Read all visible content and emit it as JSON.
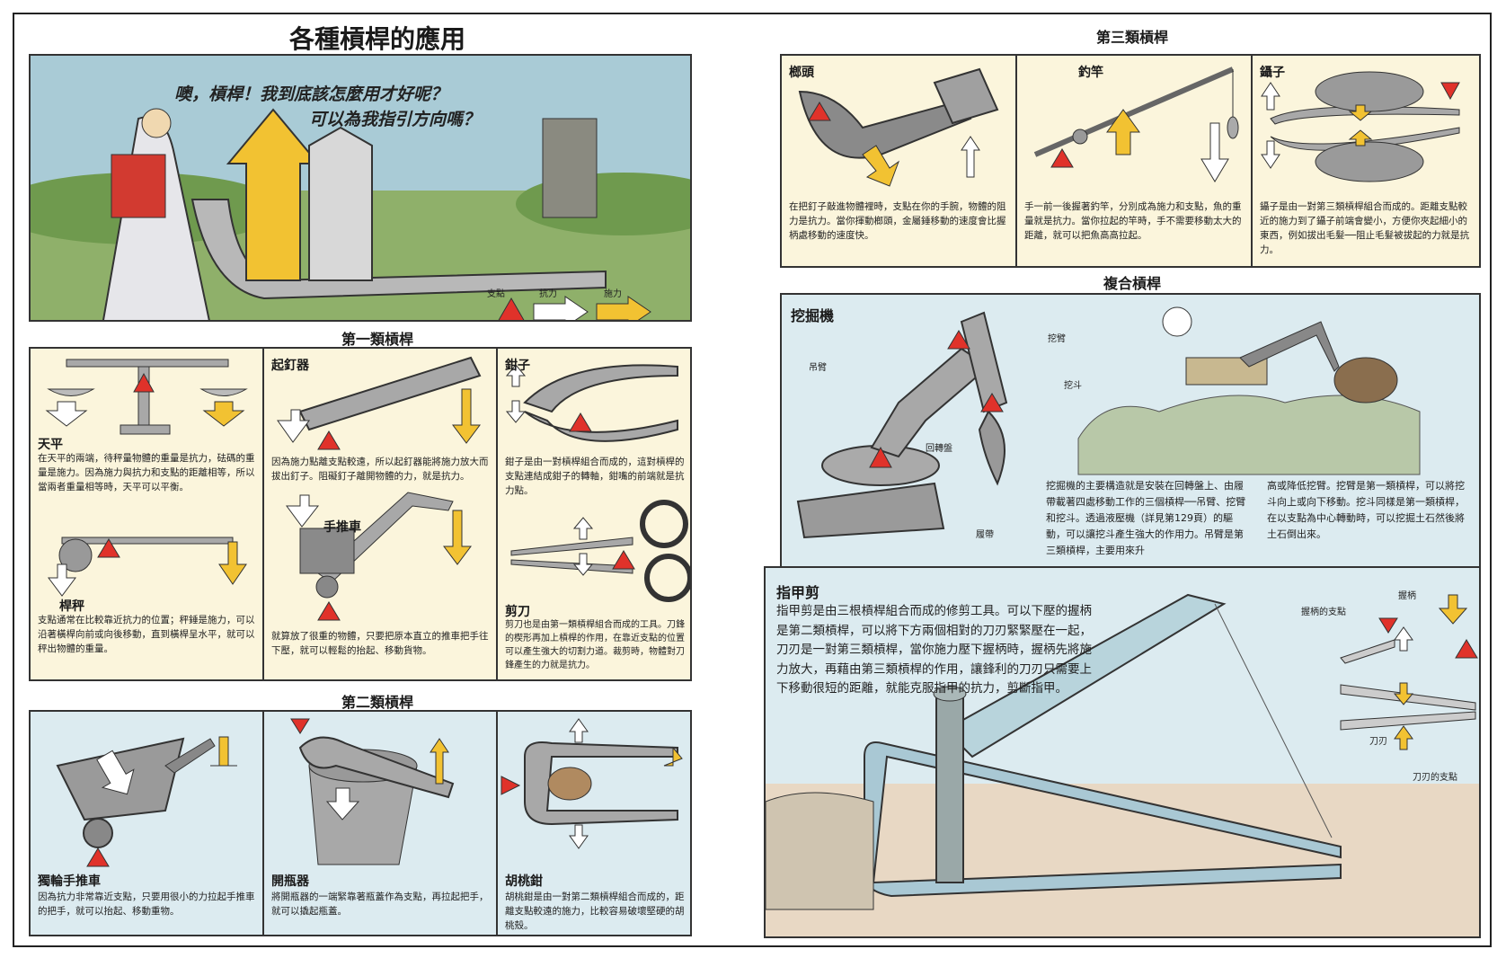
{
  "main_title": "各種槓桿的應用",
  "intro": {
    "speech_line1": "噢，槓桿！我到底該怎麼用才好呢？",
    "speech_line2": "可以為我指引方向嗎？",
    "legend_fulcrum": "支點",
    "legend_resistance": "抗力",
    "legend_effort": "施力"
  },
  "class1": {
    "heading": "第一類槓桿",
    "balance_title": "天平",
    "balance_text": "在天平的兩端，待秤量物體的重量是抗力，砝碼的重量是施力。因為施力與抗力和支點的距離相等，所以當兩者重量相等時，天平可以平衡。",
    "steelyard_title": "桿秤",
    "steelyard_text": "支點通常在比較靠近抗力的位置；秤錘是施力，可以沿著橫桿向前或向後移動，直到橫桿呈水平，就可以秤出物體的重量。",
    "nailpuller_title": "起釘器",
    "nailpuller_text": "因為施力點離支點較遠，所以起釘器能將施力放大而拔出釘子。阻礙釘子離開物體的力，就是抗力。",
    "handtruck_title": "手推車",
    "handtruck_text": "就算放了很重的物體，只要把原本直立的推車把手往下壓，就可以輕鬆的抬起、移動貨物。",
    "pliers_title": "鉗子",
    "pliers_text": "鉗子是由一對槓桿組合而成的，這對槓桿的支點連結成鉗子的轉軸，鉗嘴的前端就是抗力點。",
    "scissors_title": "剪刀",
    "scissors_text": "剪刀也是由第一類槓桿組合而成的工具。刀鋒的楔形再加上槓桿的作用，在靠近支點的位置可以產生強大的切割力道。裁剪時，物體對刀鋒產生的力就是抗力。"
  },
  "class2": {
    "heading": "第二類槓桿",
    "wheelbarrow_title": "獨輪手推車",
    "wheelbarrow_text": "因為抗力非常靠近支點，只要用很小的力拉起手推車的把手，就可以抬起、移動重物。",
    "opener_title": "開瓶器",
    "opener_text": "將開瓶器的一端緊靠著瓶蓋作為支點，再拉起把手，就可以撬起瓶蓋。",
    "nutcracker_title": "胡桃鉗",
    "nutcracker_text": "胡桃鉗是由一對第二類槓桿組合而成的，距離支點較遠的施力，比較容易破壞堅硬的胡桃殼。"
  },
  "class3": {
    "heading": "第三類槓桿",
    "hammer_title": "榔頭",
    "hammer_text": "在把釘子敲進物體裡時，支點在你的手腕，物體的阻力是抗力。當你揮動榔頭，金屬錘移動的速度會比握柄處移動的速度快。",
    "rod_title": "釣竿",
    "rod_text": "手一前一後握著釣竿，分別成為施力和支點，魚的重量就是抗力。當你拉起的竿時，手不需要移動太大的距離，就可以把魚高高拉起。",
    "tweezers_title": "鑷子",
    "tweezers_text": "鑷子是由一對第三類槓桿組合而成的。距離支點較近的施力到了鑷子前端會變小，方便你夾起細小的東西，例如拔出毛髮──阻止毛髮被拔起的力就是抗力。"
  },
  "compound": {
    "heading": "複合槓桿",
    "excavator_title": "挖掘機",
    "label_boom": "吊臂",
    "label_arm": "挖臂",
    "label_bucket": "挖斗",
    "label_turntable": "回轉盤",
    "label_track": "履帶",
    "excavator_text1": "挖掘機的主要構造就是安裝在回轉盤上、由履帶載著四處移動工作的三個槓桿──吊臂、挖臂和挖斗。透過液壓機（詳見第129頁）的驅動，可以讓挖斗產生強大的作用力。吊臂是第三類槓桿，主要用來升",
    "excavator_text2": "高或降低挖臂。挖臂是第一類槓桿，可以將挖斗向上或向下移動。挖斗同樣是第一類槓桿，在以支點為中心轉動時，可以挖掘土石然後將土石倒出來。",
    "clipper_title": "指甲剪",
    "clipper_text": "指甲剪是由三根槓桿組合而成的修剪工具。可以下壓的握柄是第二類槓桿，可以將下方兩個相對的刀刃緊緊壓在一起，刀刃是一對第三類槓桿，當你施力壓下握柄時，握柄先將施力放大，再藉由第三類槓桿的作用，讓鋒利的刀刃只需要上下移動很短的距離，就能克服指甲的抗力，剪斷指甲。",
    "label_handle_fulcrum": "握柄的支點",
    "label_handle": "握柄",
    "label_blade": "刀刃",
    "label_blade_fulcrum": "刀刃的支點"
  },
  "colors": {
    "fulcrum": "#e0322a",
    "effort": "#f2c232",
    "resistance": "#ffffff",
    "cream": "#fbf5dc",
    "blue": "#dcebf0"
  }
}
